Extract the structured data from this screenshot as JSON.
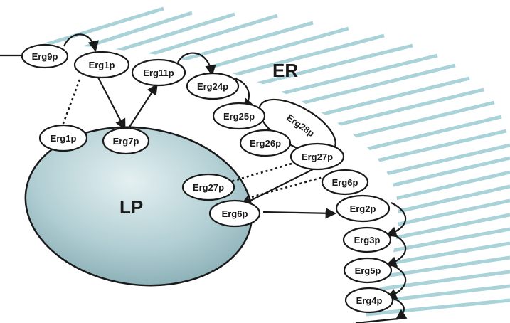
{
  "labels": {
    "er": "ER",
    "lp": "LP"
  },
  "nodes": {
    "erg9p": "Erg9p",
    "erg1p_er": "Erg1p",
    "erg11p": "Erg11p",
    "erg24p": "Erg24p",
    "erg25p": "Erg25p",
    "erg28p": "Erg28p",
    "erg26p": "Erg26p",
    "erg27p_er": "Erg27p",
    "erg6p_er": "Erg6p",
    "erg1p_lp": "Erg1p",
    "erg7p": "Erg7p",
    "erg27p_lp": "Erg27p",
    "erg6p_lp": "Erg6p",
    "erg2p": "Erg2p",
    "erg3p": "Erg3p",
    "erg5p": "Erg5p",
    "erg4p": "Erg4p"
  },
  "colors": {
    "lp_fill_light": "#e4f0f1",
    "lp_fill_dark": "#7fa6ae",
    "er_stripes": "#a9d3d8",
    "ink": "#1a1a1a"
  }
}
